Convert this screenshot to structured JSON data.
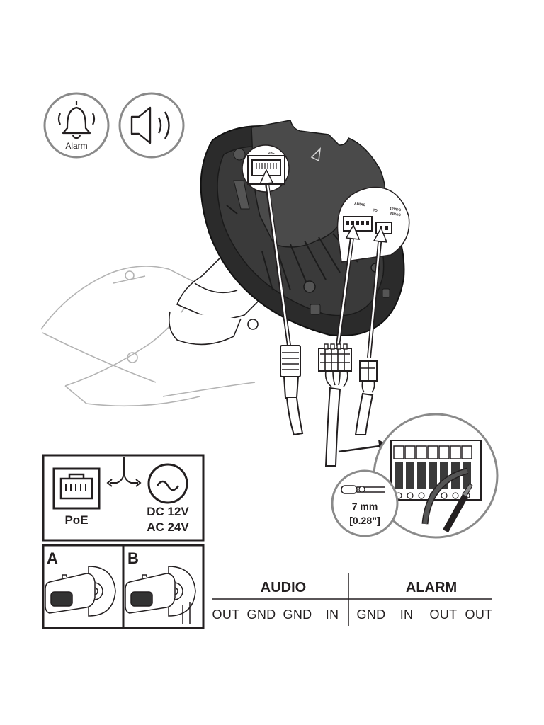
{
  "icons": {
    "alarm_label": "Alarm"
  },
  "camera_ports": {
    "poe_port": "PoE",
    "audio_port": "AUDIO",
    "io_port": "I/O",
    "power_port_line1": "12VDC",
    "power_port_line2": "24VAC"
  },
  "power_box": {
    "poe_label": "PoE",
    "dc_label": "DC 12V",
    "ac_label": "AC 24V"
  },
  "strip_callout": {
    "length_line1": "7 mm",
    "length_line2": "[0.28”]"
  },
  "mount_options": {
    "a_label": "A",
    "b_label": "B"
  },
  "pinout": {
    "groups": [
      {
        "name": "AUDIO",
        "pins": [
          "OUT",
          "GND",
          "GND",
          "IN"
        ]
      },
      {
        "name": "ALARM",
        "pins": [
          "GND",
          "IN",
          "OUT",
          "OUT"
        ]
      }
    ]
  }
}
